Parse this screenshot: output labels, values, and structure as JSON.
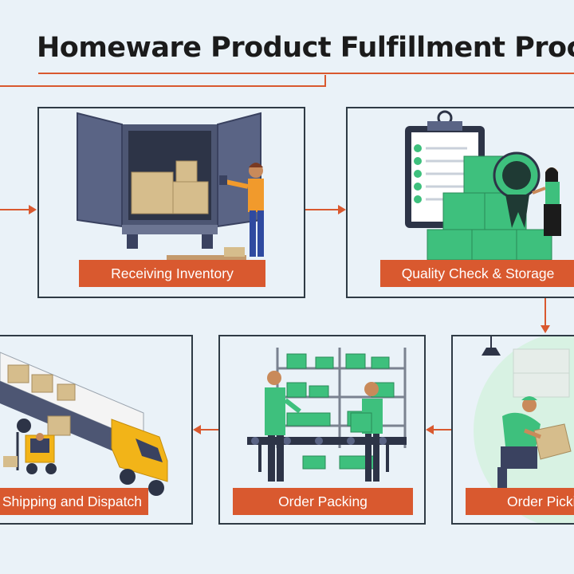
{
  "title": "Homeware Product Fulfillment Proce",
  "steps": [
    {
      "label": "Receiving Inventory"
    },
    {
      "label": "Quality Check & Storage"
    },
    {
      "label": "Order Picking"
    },
    {
      "label": "Order Packing"
    },
    {
      "label": "Shipping and Dispatch"
    }
  ],
  "colors": {
    "accent": "#d9592f",
    "background": "#eaf2f8",
    "border": "#2f3b45",
    "green": "#3ec07d",
    "truck_yellow": "#f2b418",
    "box_tan": "#d6bd8c"
  }
}
